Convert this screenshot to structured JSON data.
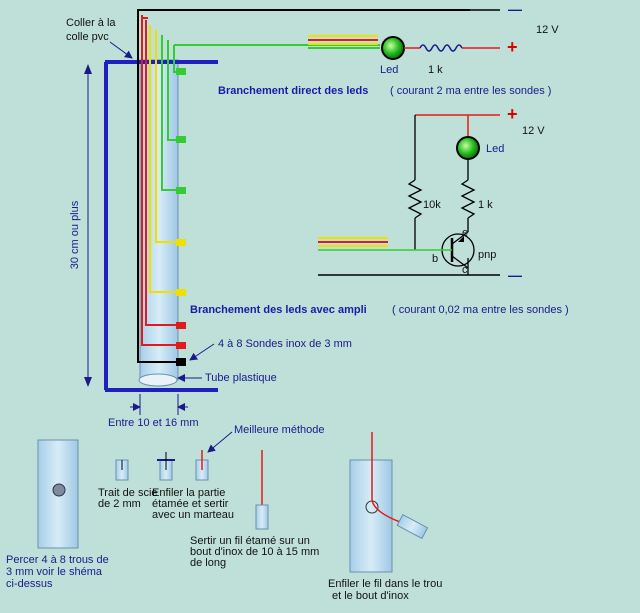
{
  "labels": {
    "coller": "Coller à la",
    "colle_pvc": "colle pvc",
    "length": "30 cm ou plus",
    "led1": "Led",
    "r1": "1 k",
    "v1": "12 V",
    "minus1": "—",
    "plus1": "+",
    "direct_title": "Branchement direct des leds",
    "direct_note": "( courant 2 ma entre les sondes )",
    "v2": "12 V",
    "minus2": "—",
    "plus2": "+",
    "led2": "Led",
    "r10k": "10k",
    "r2": "1 k",
    "e": "e",
    "b": "b",
    "c": "c",
    "pnp": "pnp",
    "ampli_title": "Branchement des leds avec ampli",
    "ampli_note": "( courant 0,02 ma entre les sondes )",
    "sondes": "4 à 8 Sondes inox de 3 mm",
    "tube": "Tube plastique",
    "diameter": "Entre 10 et 16 mm",
    "best": "Meilleure méthode",
    "trait1": "Trait de scie",
    "trait2": "de 2 mm",
    "enfiler1": "Enfiler la partie",
    "enfiler2": "étamée et sertir",
    "enfiler3": "avec un marteau",
    "sertir1": "Sertir un fil étamé sur un",
    "sertir2": "bout d'inox de  10 à 15 mm",
    "sertir3": "de long",
    "percer1": "Percer 4 à 8 trous de",
    "percer2": "3 mm voir le shéma",
    "percer3": "ci-dessus",
    "fil1": "Enfiler le fil dans le trou",
    "fil2": "et le bout d'inox"
  },
  "colors": {
    "background": "#bfe0d9",
    "wire_green": "#33cc33",
    "wire_red": "#e01b1b",
    "wire_yellow": "#f0e000",
    "wire_black": "#000000",
    "tube_blue": "#2020c0",
    "text_blue": "#1a1a8a",
    "plus_red": "#dd0000"
  }
}
